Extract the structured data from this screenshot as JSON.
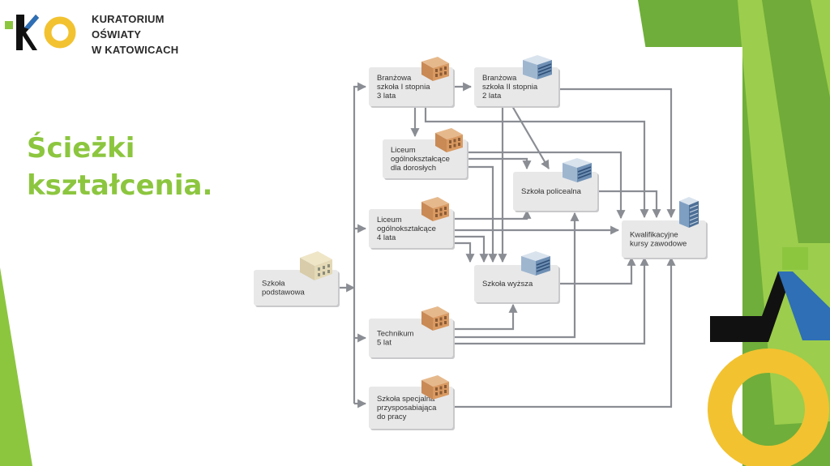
{
  "header": {
    "org_lines": [
      "KURATORIUM",
      "OŚWIATY",
      "W KATOWICACH"
    ]
  },
  "slide": {
    "title_lines": [
      "Ścieżki",
      "kształcenia."
    ]
  },
  "diagram": {
    "nodes": [
      {
        "id": "podstawowa",
        "lines": [
          "Szkoła",
          "podstawowa"
        ],
        "icon": "school-building-icon"
      },
      {
        "id": "branzowa1",
        "lines": [
          "Branżowa",
          "szkoła I stopnia",
          "3 lata"
        ],
        "icon": "brick-building-icon"
      },
      {
        "id": "branzowa2",
        "lines": [
          "Branżowa",
          "szkoła II stopnia",
          "2 lata"
        ],
        "icon": "office-building-icon"
      },
      {
        "id": "lo_dorosli",
        "lines": [
          "Liceum",
          "ogólnokształcące",
          "dla dorosłych"
        ],
        "icon": "brick-building-icon"
      },
      {
        "id": "policealna",
        "lines": [
          "Szkoła policealna"
        ],
        "icon": "office-building-icon"
      },
      {
        "id": "liceum",
        "lines": [
          "Liceum",
          "ogólnokształcące",
          "4 lata"
        ],
        "icon": "brick-building-icon"
      },
      {
        "id": "kursy",
        "lines": [
          "Kwalifikacyjne",
          "kursy zawodowe"
        ],
        "icon": "tower-building-icon"
      },
      {
        "id": "wyzsza",
        "lines": [
          "Szkoła wyższa"
        ],
        "icon": "office-building-icon"
      },
      {
        "id": "technikum",
        "lines": [
          "Technikum",
          "5 lat"
        ],
        "icon": "brick-building-icon"
      },
      {
        "id": "specjalna",
        "lines": [
          "Szkoła specjalna",
          "przysposabiająca",
          "do pracy"
        ],
        "icon": "brick-building-icon"
      }
    ]
  },
  "colors": {
    "green": "#8cc63f",
    "dark_green": "#5a9e2e",
    "yellow": "#f2c230",
    "blue": "#2e6fb5",
    "black": "#111111",
    "arrow": "#8a8d93",
    "box": "#e8e8e9"
  }
}
